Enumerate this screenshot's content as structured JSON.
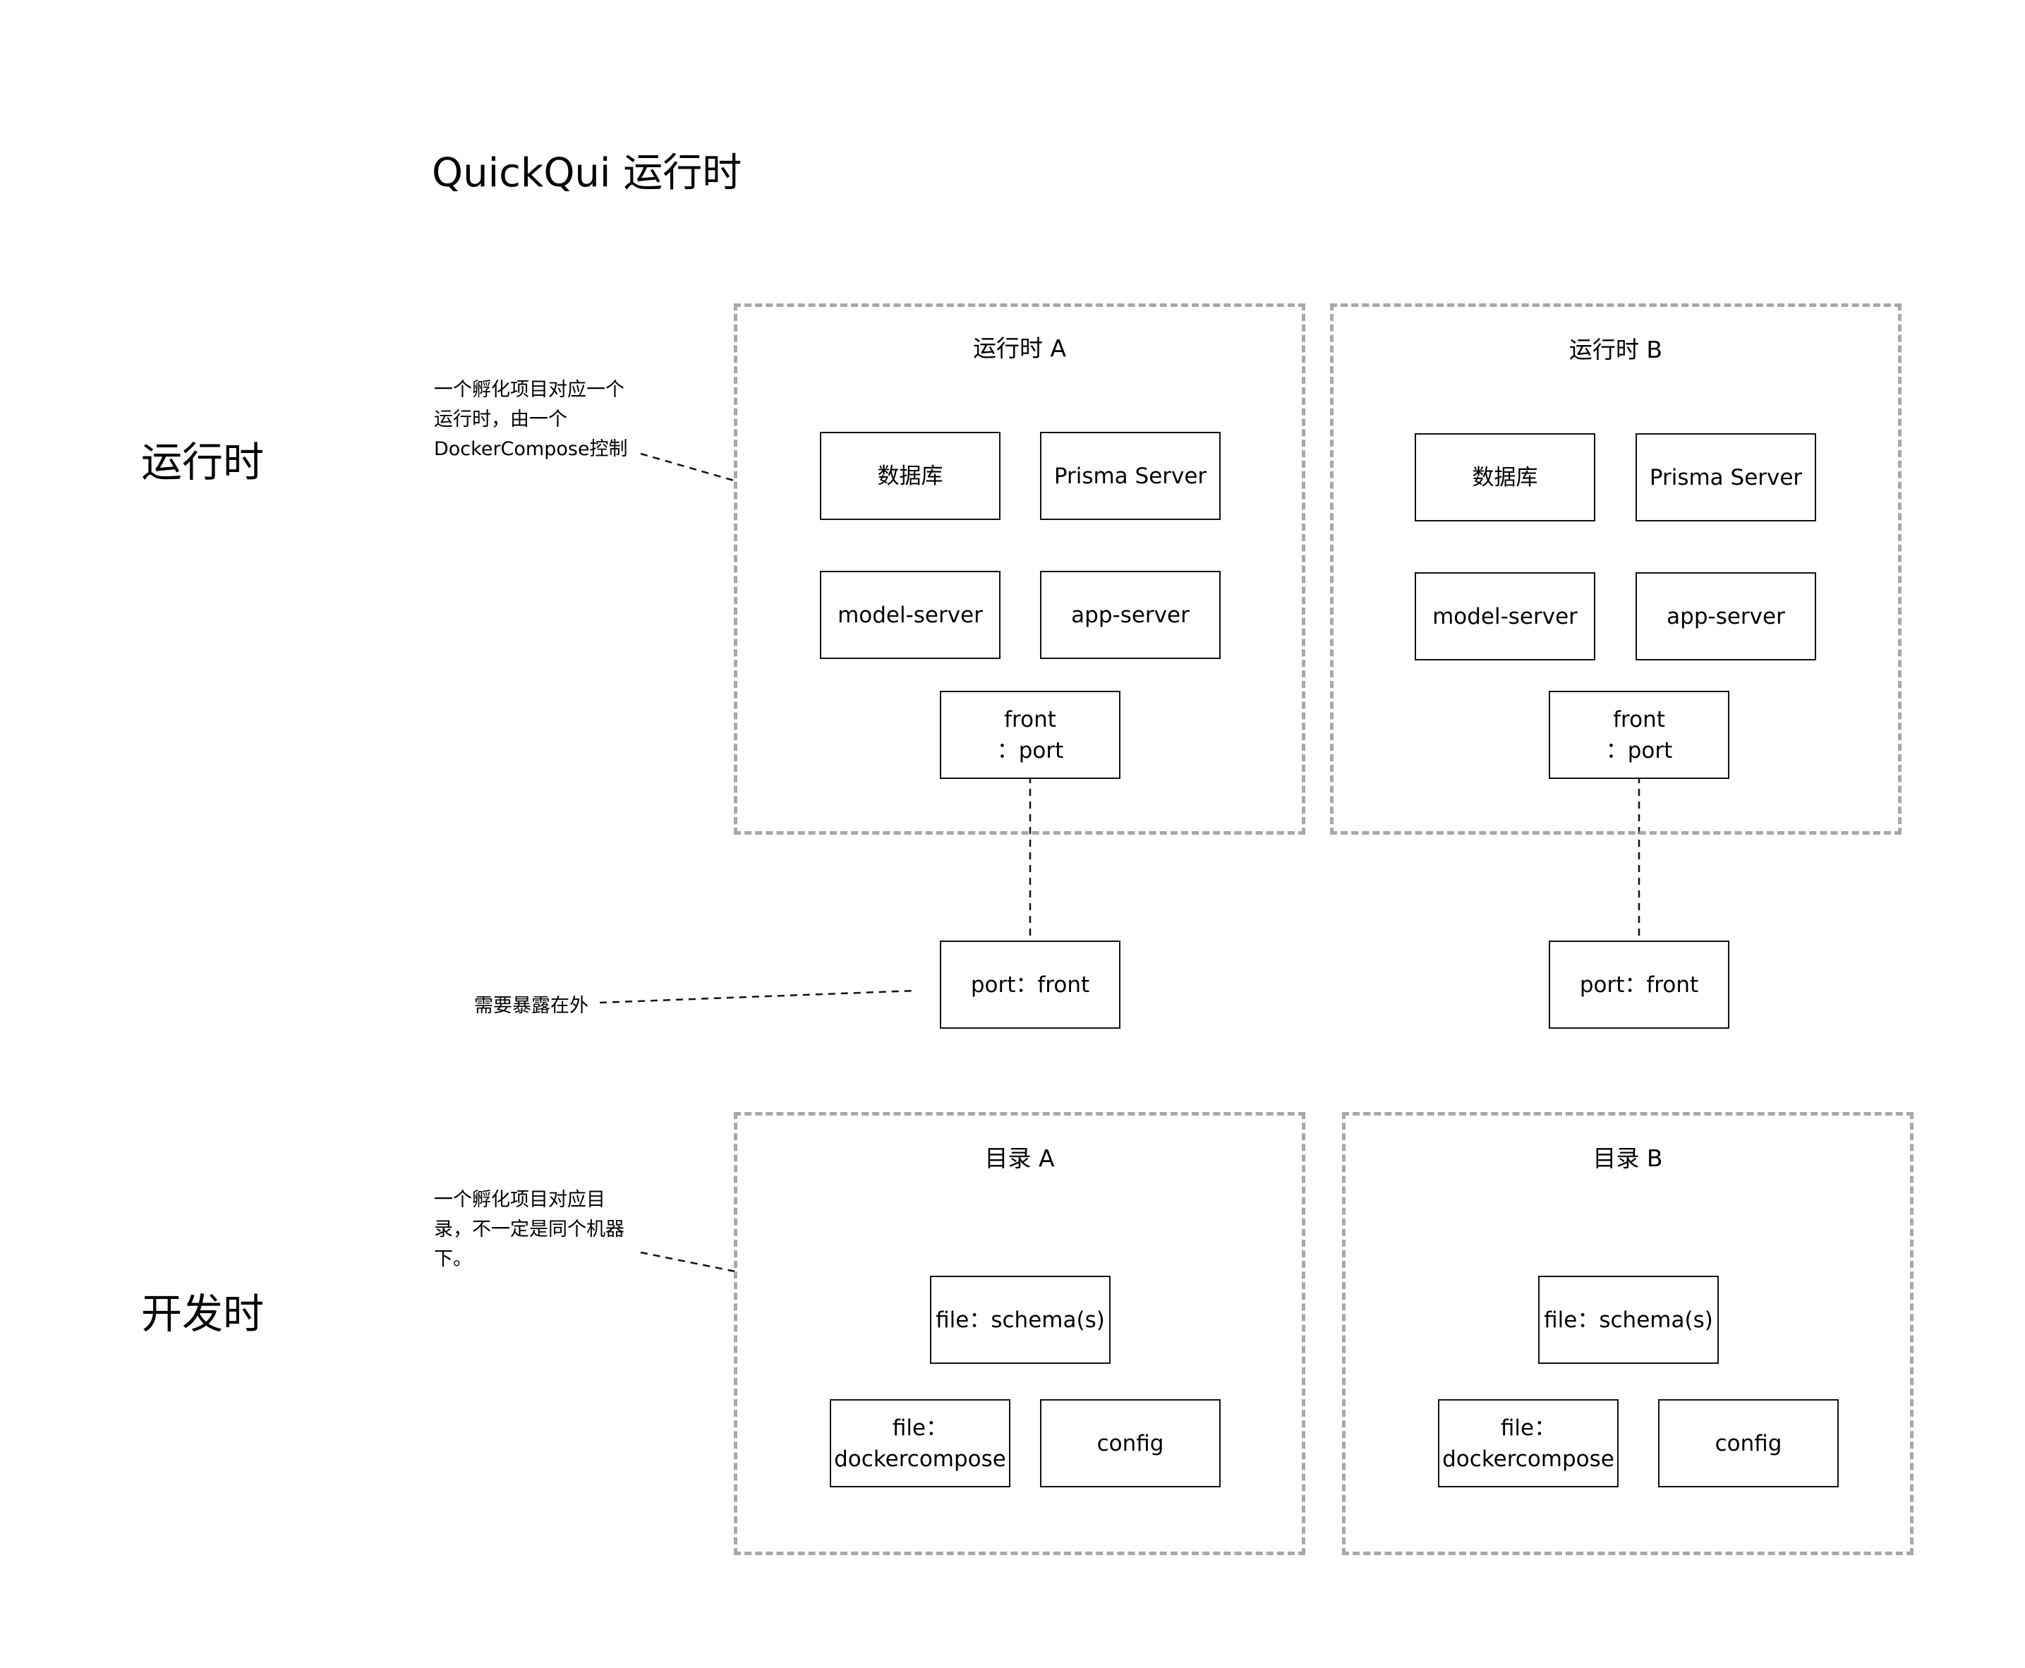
{
  "title": "QuickQui 运行时",
  "sections": {
    "runtime": "运行时",
    "devtime": "开发时"
  },
  "notes": {
    "runtime": [
      "一个孵化项目对应一个",
      "运行时，由一个",
      "DockerCompose控制"
    ],
    "expose": "需要暴露在外",
    "devtime": [
      "一个孵化项目对应目",
      "录，不一定是同个机器",
      "下。"
    ]
  },
  "runtime_a": {
    "title": "运行时 A",
    "db": "数据库",
    "prisma": "Prisma Server",
    "model": "model-server",
    "app": "app-server",
    "front_line1": "front",
    "front_line2": "：port",
    "exposed": "port：front"
  },
  "runtime_b": {
    "title": "运行时 B",
    "db": "数据库",
    "prisma": "Prisma Server",
    "model": "model-server",
    "app": "app-server",
    "front_line1": "front",
    "front_line2": "：port",
    "exposed": "port：front"
  },
  "dir_a": {
    "title": "目录 A",
    "schema": "file：schema(s)",
    "compose_line1": "file：",
    "compose_line2": "dockercompose",
    "config": "config"
  },
  "dir_b": {
    "title": "目录 B",
    "schema": "file：schema(s)",
    "compose_line1": "file：",
    "compose_line2": "dockercompose",
    "config": "config"
  }
}
